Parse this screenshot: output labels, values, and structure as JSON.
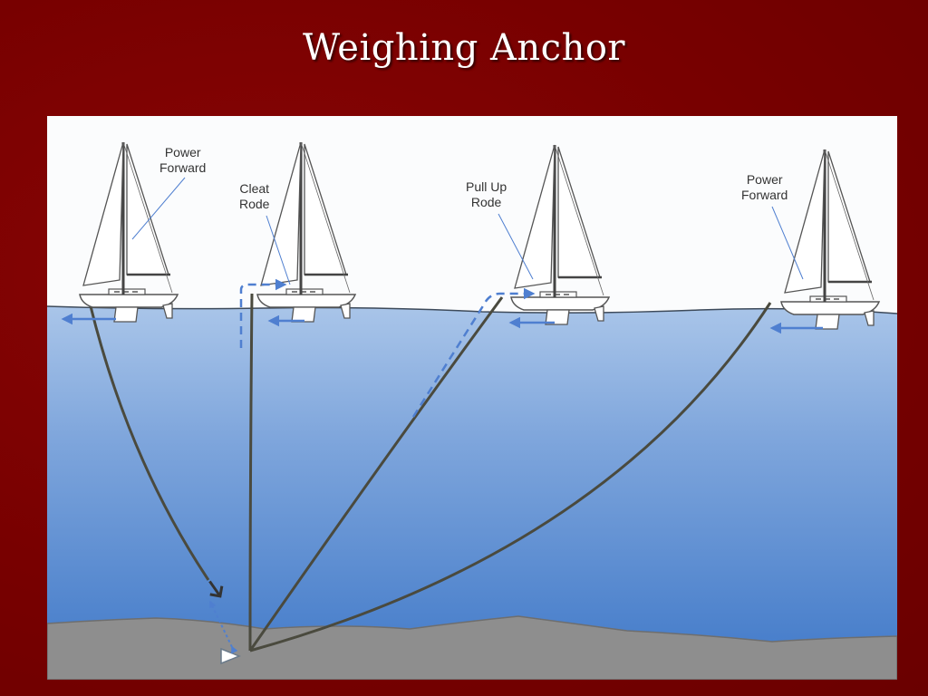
{
  "slide": {
    "title": "Weighing Anchor"
  },
  "labels": {
    "boat1": [
      "Power",
      "Forward"
    ],
    "boat2": [
      "Cleat",
      "Rode"
    ],
    "boat3": [
      "Pull Up",
      "Rode"
    ],
    "boat4": [
      "Power",
      "Forward"
    ]
  },
  "colors": {
    "slide_background": "#7a0000",
    "water_surface": "#a8c4e8",
    "water_deep": "#3f78c8",
    "seabed": "#8e8e8e",
    "rode": "#4a4a3e",
    "motion_arrow": "#4f7fd0"
  }
}
